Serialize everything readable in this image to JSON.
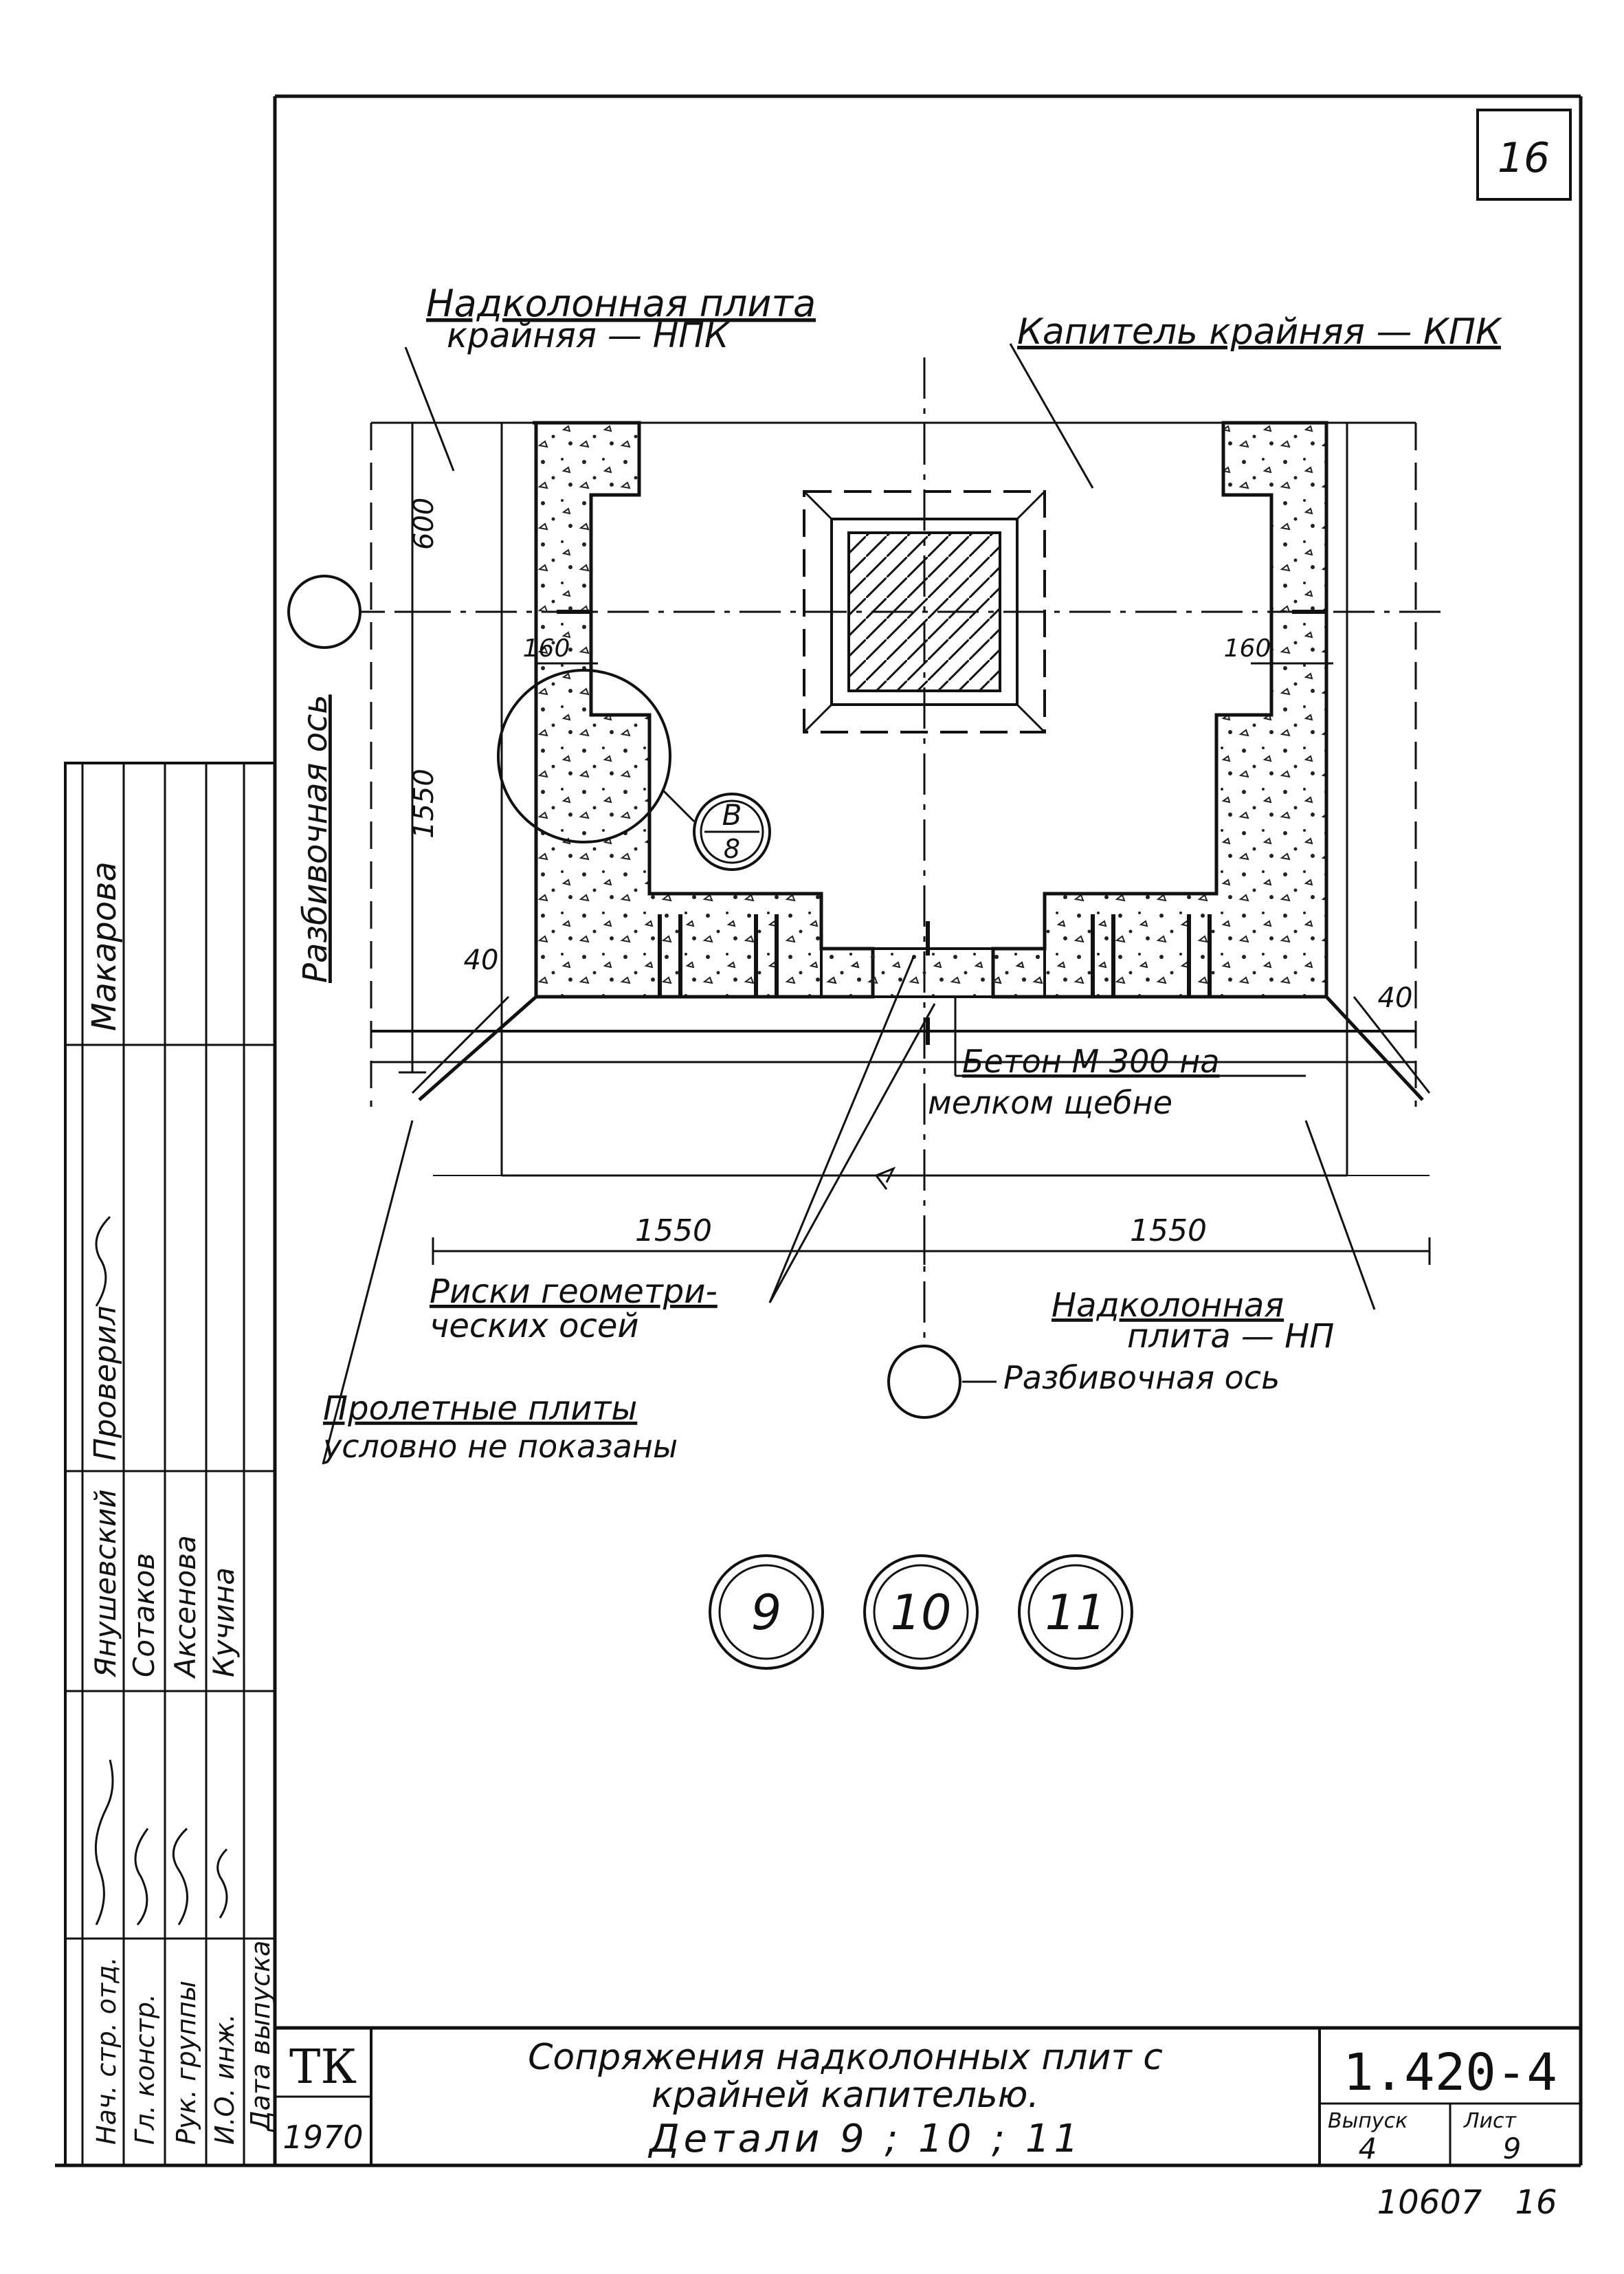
{
  "sheet": {
    "page_number": "16"
  },
  "labels": {
    "npk_line1": "Надколонная плита",
    "npk_line2": "крайняя — НПК",
    "kpk": "Капитель крайняя — КПК",
    "axis_vertical": "Разбивочная ось",
    "concrete_line1": "Бетон М 300 на",
    "concrete_line2": "мелком щебне",
    "marks_line1": "Риски геометри-",
    "marks_line2": "ческих осей",
    "np_line1": "Надколонная",
    "np_line2": "плита — НП",
    "axis_bottom": "Разбивочная ось",
    "span_line1": "Пролетные плиты",
    "span_line2": "условно не показаны"
  },
  "dimensions": {
    "d600": "600",
    "d1550_vertical": "1550",
    "d160_left": "160",
    "d160_right": "160",
    "d40_left": "40",
    "d40_right": "40",
    "d1550_left": "1550",
    "d1550_right": "1550"
  },
  "callout": {
    "top": "B",
    "bottom": "8"
  },
  "details": [
    "9",
    "10",
    "11"
  ],
  "stamp": {
    "roles": [
      "Нач. стр. отд.",
      "Гл. констр.",
      "Рук. группы",
      "И.О. инж.",
      "Дата выпуска"
    ],
    "names": [
      "Янушевский",
      "Сотаков",
      "Аксенова",
      "Кучина"
    ],
    "check_label": "Проверил",
    "check_name": "Макарова",
    "org": "ТК",
    "year": "1970",
    "title_line1": "Сопряжения надколонных плит с",
    "title_line2": "крайней капителью.",
    "title_line3": "Детали 9 ; 10 ; 11",
    "code": "1.420-4",
    "issue_label": "Выпуск",
    "issue_value": "4",
    "sheet_label": "Лист",
    "sheet_value": "9",
    "bottom_code": "10607",
    "bottom_sheet": "16"
  },
  "colors": {
    "ink": "#111111",
    "paper": "#ffffff"
  }
}
